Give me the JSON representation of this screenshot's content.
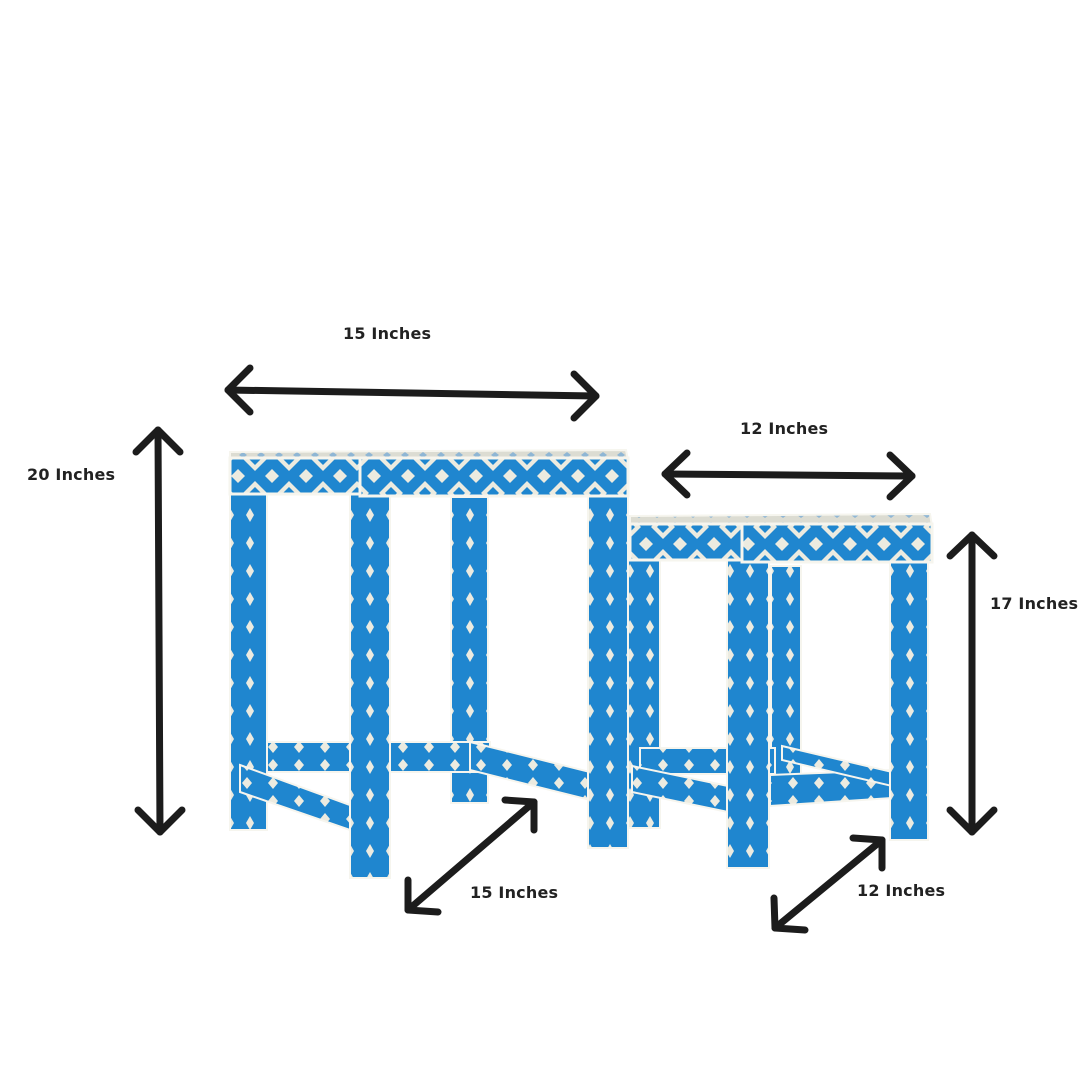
{
  "labels": {
    "large_width": "15 Inches",
    "large_height": "20 Inches",
    "large_depth": "15 Inches",
    "small_width": "12 Inches",
    "small_height": "17 Inches",
    "small_depth": "12 Inches"
  },
  "colors": {
    "inlay_blue": "#1f86cf",
    "bone_white": "#ecebe0",
    "edge_white": "#f6f5ee",
    "arrow": "#1c1c1c",
    "background": "#ffffff"
  }
}
